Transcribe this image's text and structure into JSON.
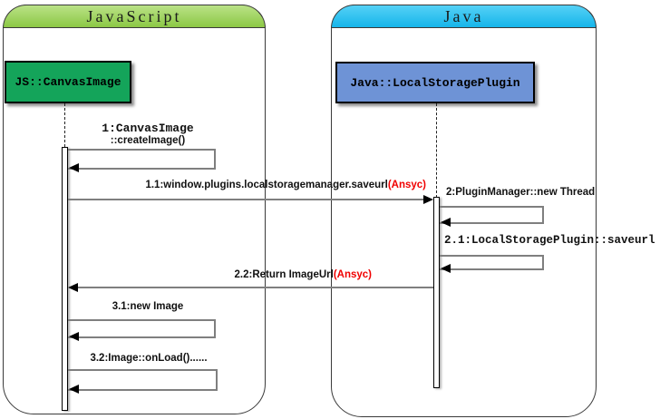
{
  "diagram": {
    "type": "uml-sequence",
    "frames": [
      {
        "title": "JavaScript",
        "header_color_top": "#bae287",
        "header_color_bottom": "#8cc845"
      },
      {
        "title": "Java",
        "header_color_top": "#55d1f6",
        "header_color_bottom": "#16b5ea"
      }
    ],
    "objects": [
      {
        "label": "JS::CanvasImage",
        "fill": "#14a45a"
      },
      {
        "label": "Java::LocalStoragePlugin",
        "fill": "#6e93d6"
      }
    ],
    "messages": {
      "m1": {
        "line1": "1:CanvasImage",
        "line2": "::createImage()",
        "kind": "self",
        "lifeline": "JS::CanvasImage"
      },
      "m1_1": {
        "text": "1.1:window.plugins.localstoragemanager.saveurl",
        "suffix": "(Ansyc)",
        "kind": "async",
        "from": "JS::CanvasImage",
        "to": "Java::LocalStoragePlugin"
      },
      "m2": {
        "text": "2:PluginManager::new Thread",
        "kind": "self",
        "lifeline": "Java::LocalStoragePlugin"
      },
      "m2_1": {
        "text": "2.1:LocalStoragePlugin::saveurl",
        "kind": "self",
        "lifeline": "Java::LocalStoragePlugin"
      },
      "m2_2": {
        "text": "2.2:Return ImageUrl",
        "suffix": "(Ansyc)",
        "kind": "async-return",
        "from": "Java::LocalStoragePlugin",
        "to": "JS::CanvasImage"
      },
      "m3_1": {
        "text": "3.1:new Image",
        "kind": "self",
        "lifeline": "JS::CanvasImage"
      },
      "m3_2": {
        "text": "3.2:Image::onLoad()......",
        "kind": "self",
        "lifeline": "JS::CanvasImage"
      }
    },
    "colors": {
      "async_suffix_red": "#f00000",
      "message_line_gray": "#7f7f7f",
      "arrowhead_black": "#000000"
    }
  }
}
